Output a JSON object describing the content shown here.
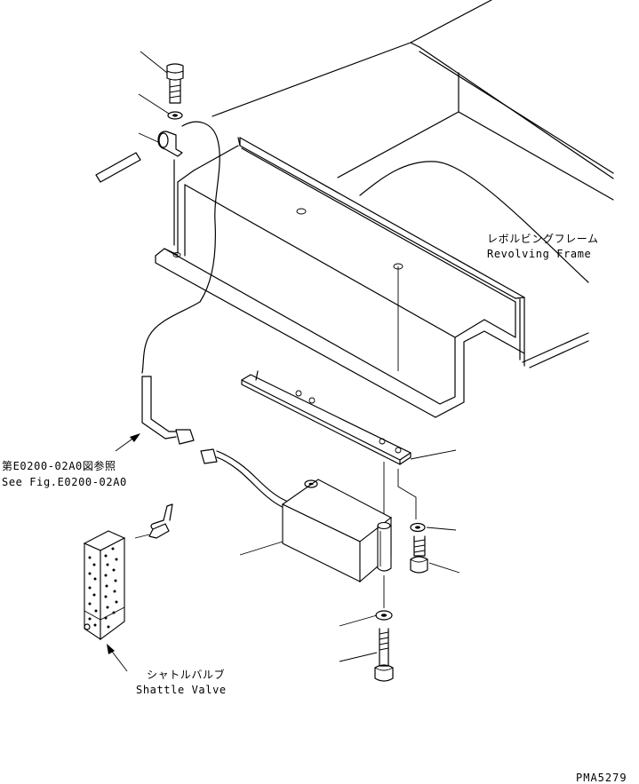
{
  "labels": {
    "revolving_frame_jp": "レボルビングフレーム",
    "revolving_frame_en": "Revolving Frame",
    "see_fig_jp": "第E0200-02A0図参照",
    "see_fig_en": "See Fig.E0200-02A0",
    "shuttle_valve_jp": "シャトルバルブ",
    "shuttle_valve_en": "Shattle Valve",
    "drawing_code": "PMA5279"
  }
}
